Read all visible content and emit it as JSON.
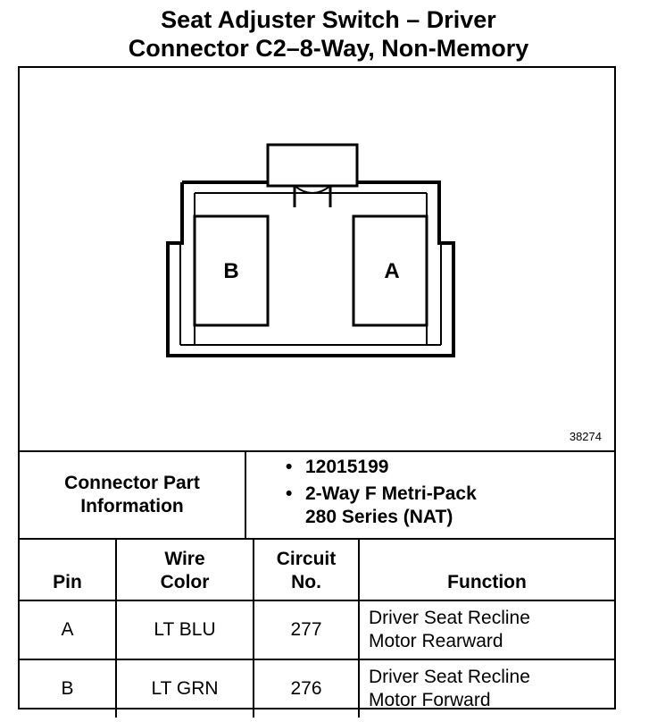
{
  "title": {
    "line1": "Seat Adjuster Switch – Driver",
    "line2": "Connector C2–8-Way, Non-Memory"
  },
  "figure": {
    "figure_id": "38274",
    "pins": [
      {
        "label": "B"
      },
      {
        "label": "A"
      }
    ]
  },
  "connector_info": {
    "label_line1": "Connector Part",
    "label_line2": "Information",
    "bullet": "•",
    "items": [
      {
        "line1": "12015199",
        "line2": ""
      },
      {
        "line1": "2-Way F Metri-Pack",
        "line2": "280 Series (NAT)"
      }
    ]
  },
  "table": {
    "headers": {
      "pin": "Pin",
      "wire_line1": "Wire",
      "wire_line2": "Color",
      "circuit_line1": "Circuit",
      "circuit_line2": "No.",
      "function": "Function"
    },
    "rows": [
      {
        "pin": "A",
        "wire_color": "LT BLU",
        "circuit": "277",
        "function_line1": "Driver Seat Recline",
        "function_line2": "Motor Rearward"
      },
      {
        "pin": "B",
        "wire_color": "LT GRN",
        "circuit": "276",
        "function_line1": "Driver Seat Recline",
        "function_line2": "Motor Forward"
      }
    ]
  }
}
